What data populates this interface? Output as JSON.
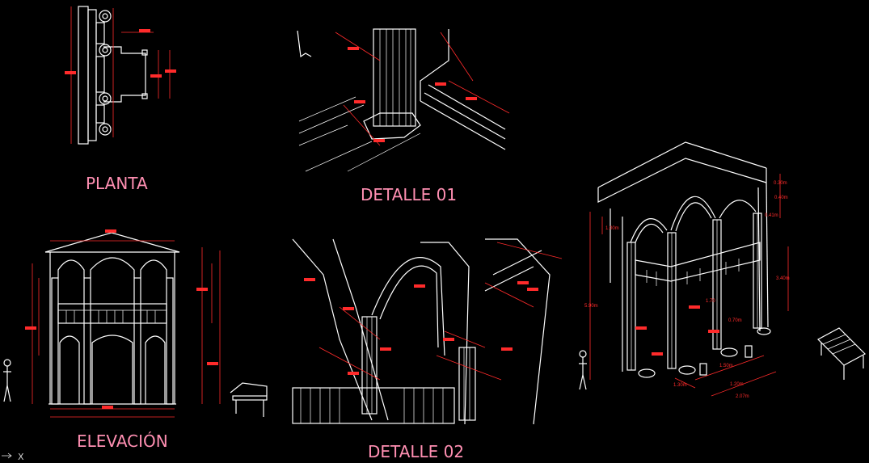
{
  "colors": {
    "background": "#000000",
    "linework": "#ffffff",
    "dimensions": "#ff2b2b",
    "titles": "#ff8fb2"
  },
  "views": {
    "planta": "PLANTA",
    "elevacion": "ELEVACIÓN",
    "detalle01": "DETALLE 01",
    "detalle02": "DETALLE 02"
  },
  "dims": {
    "d1": "0.30m",
    "d2": "0.40m",
    "d3": "0.41m",
    "d4": "3.40m",
    "d5": "5.90m",
    "d6": "1.20m",
    "d7": "2.07m",
    "d8": "1.30m",
    "d9": "1.50m",
    "d10": "1.70",
    "d11": "0.70m",
    "d12": "1.00m"
  },
  "ucs_icon": "X"
}
